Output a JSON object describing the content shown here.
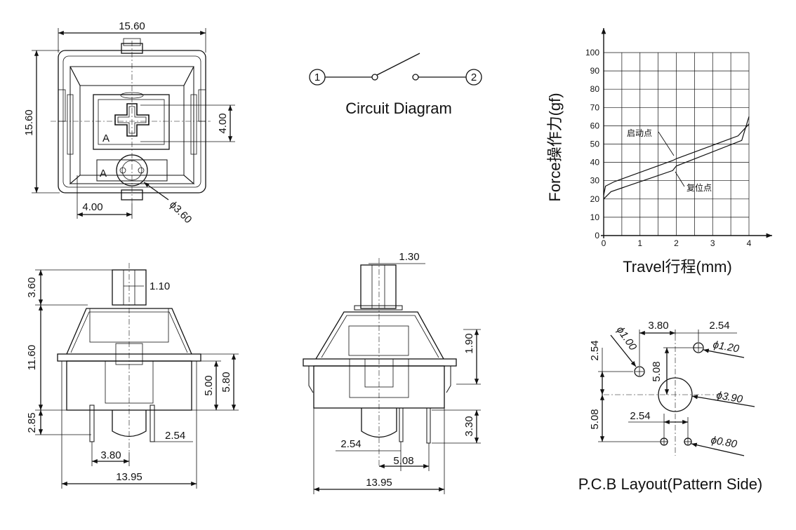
{
  "top_view": {
    "width": "15.60",
    "height": "15.60",
    "cross_dim": "4.00",
    "offset_dim": "4.00",
    "led_dia": "3.60",
    "label_a1": "A",
    "label_a2": "A"
  },
  "circuit": {
    "title": "Circuit Diagram",
    "pin1": "1",
    "pin2": "2"
  },
  "front_view": {
    "stem_height": "3.60",
    "stem_width": "1.10",
    "body_height": "11.60",
    "bottom_height": "2.85",
    "inner1": "5.00",
    "inner2": "5.80",
    "pin_spacing": "2.54",
    "center_offset": "3.80",
    "width": "13.95"
  },
  "side_view": {
    "stem_width": "1.30",
    "clip_height": "1.90",
    "pin_length": "3.30",
    "pin_pitch": "2.54",
    "pin_offset": "5.08",
    "width": "13.95"
  },
  "pcb": {
    "title": "P.C.B Layout(Pattern Side)",
    "d1": "3.80",
    "d2": "2.54",
    "d3": "2.54",
    "d4": "5.08",
    "d5": "5.08",
    "d6": "2.54",
    "hole_small": "1.00",
    "hole_pin": "1.20",
    "hole_center": "3.90",
    "hole_led": "0.80",
    "phi": "ϕ"
  },
  "chart_data": {
    "type": "line",
    "xlabel": "Travel行程(mm)",
    "ylabel": "Force操作力(gf)",
    "xlim": [
      0,
      4
    ],
    "ylim": [
      0,
      100
    ],
    "x_ticks": [
      "0",
      "1",
      "2",
      "3",
      "4"
    ],
    "y_ticks": [
      "0",
      "10",
      "20",
      "30",
      "40",
      "50",
      "60",
      "70",
      "80",
      "90",
      "100"
    ],
    "grid": true,
    "annotations": [
      "启动点",
      "复位点"
    ],
    "series": [
      {
        "x": [
          0,
          0.05,
          0.3,
          1.9,
          2.0,
          3.7,
          4.0
        ],
        "y": [
          22,
          27,
          29.5,
          41,
          42,
          54.5,
          61
        ]
      },
      {
        "x": [
          0,
          0.2,
          1.9,
          2.0,
          3.8,
          4.0
        ],
        "y": [
          20,
          24,
          35.5,
          38,
          52,
          65
        ]
      }
    ]
  }
}
